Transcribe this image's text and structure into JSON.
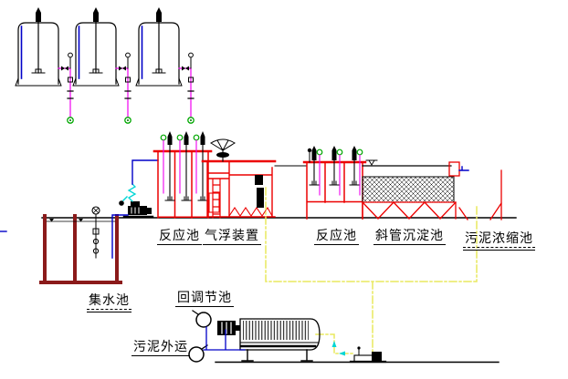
{
  "diagram": {
    "labels": {
      "reaction_tank_1": "反应池",
      "air_flotation_unit": "气浮装置",
      "reaction_tank_2": "反应池",
      "inclined_tube_settling_tank": "斜管沉淀池",
      "sludge_thickening_tank": "污泥浓缩池",
      "collection_tank": "集水池",
      "return_regulating_tank": "回调节池",
      "sludge_hauling": "污泥外运"
    },
    "colors": {
      "structure_red": "#EC0000",
      "tank_maroon": "#8B1A1A",
      "pipe_magenta": "#F000F0",
      "pipe_blue": "#0000C8",
      "pipe_yellow": "#E9E95E",
      "marker_green": "#00A800",
      "accent_cyan": "#00D5D5"
    },
    "equipment_icons": [
      "dosing-tank",
      "agitator-icon",
      "chemical-feed-line",
      "valve-icon",
      "collection-tank",
      "level-gauge-icon",
      "feed-pump",
      "flex-hose-icon",
      "reaction-tank",
      "access-ladder",
      "air-flotation-unit",
      "scraper-drive-icon",
      "inclined-tube-settler",
      "sludge-hopper",
      "effluent-outlet",
      "sludge-thickener",
      "sludge-piping",
      "belt-filter-press",
      "sludge-feed-pump",
      "return-pump-icon",
      "sludge-haul-pump-icon",
      "water-level-icon"
    ]
  }
}
